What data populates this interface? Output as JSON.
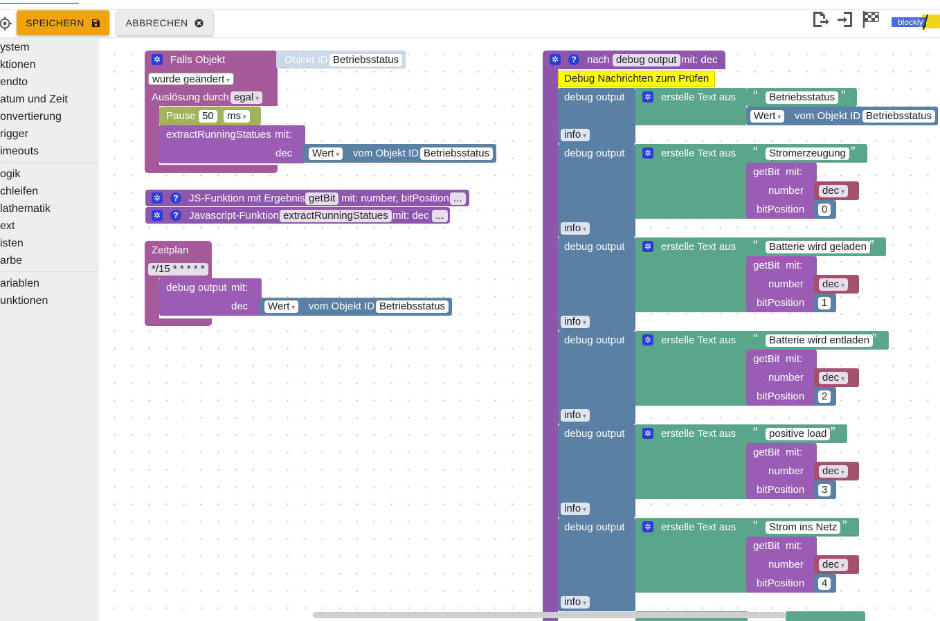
{
  "toolbar": {
    "save_label": "SPEICHERN",
    "cancel_label": "ABBRECHEN",
    "save_icon": "floppy-disk-icon",
    "cancel_icon": "close-circle-icon",
    "right_icons": [
      "export-icon",
      "import-icon",
      "checkered-flag-icon"
    ],
    "badge_text": "blockly",
    "accent": "#f0a30a"
  },
  "sidebar": {
    "categories": [
      "ystem",
      "ktionen",
      "endto",
      "atum und Zeit",
      "onvertierung",
      "rigger",
      "imeouts",
      "ogik",
      "chleifen",
      "lathematik",
      "ext",
      "isten",
      "arbe",
      "ariablen",
      "unktionen"
    ]
  },
  "blocks": {
    "trigger": {
      "title": "Falls Objekt",
      "id_label": "Objekt ID",
      "id_value": "Betriebsstatus",
      "changed": "wurde geändert",
      "triggered_by": "Auslösung durch",
      "triggered_value": "egal",
      "pause": "Pause",
      "pause_value": "50",
      "pause_unit": "ms",
      "call_name": "extractRunningStatues",
      "mit": "mit:",
      "arg": "dec",
      "wert": "Wert",
      "vom": "vom Objekt ID",
      "obj": "Betriebsstatus"
    },
    "functions": [
      {
        "text": "JS-Funktion mit Ergebnis",
        "name": "getBit",
        "params": "mit: number, bitPosition",
        "more": "..."
      },
      {
        "text": "Javascript-Funktion",
        "name": "extractRunningStatues",
        "params": "mit: dec",
        "more": "..."
      }
    ],
    "schedule": {
      "title": "Zeitplan",
      "cron": "*/15 * * * * *",
      "call_name": "debug output",
      "mit": "mit:",
      "arg": "dec",
      "wert": "Wert",
      "vom": "vom Objekt ID",
      "obj": "Betriebsstatus"
    },
    "procedure": {
      "nach": "nach",
      "name": "debug output",
      "params": "mit: dec",
      "comment": "Debug Nachrichten zum Prüfen",
      "stmt_label": "debug output",
      "text_label": "erstelle Text aus",
      "level": "info",
      "getbit": "getBit",
      "mit": "mit:",
      "number": "number",
      "bitpos": "bitPosition",
      "dec": "dec",
      "first_wert": "Wert",
      "first_vom": "vom Objekt ID",
      "first_obj": "Betriebsstatus",
      "entries": [
        {
          "text": "Betriebsstatus"
        },
        {
          "text": "Stromerzeugung",
          "bit": "0"
        },
        {
          "text": "Batterie wird geladen",
          "bit": "1"
        },
        {
          "text": "Batterie wird entladen",
          "bit": "2"
        },
        {
          "text": "positive load",
          "bit": "3"
        },
        {
          "text": "Strom ins Netz",
          "bit": "4"
        }
      ]
    }
  }
}
